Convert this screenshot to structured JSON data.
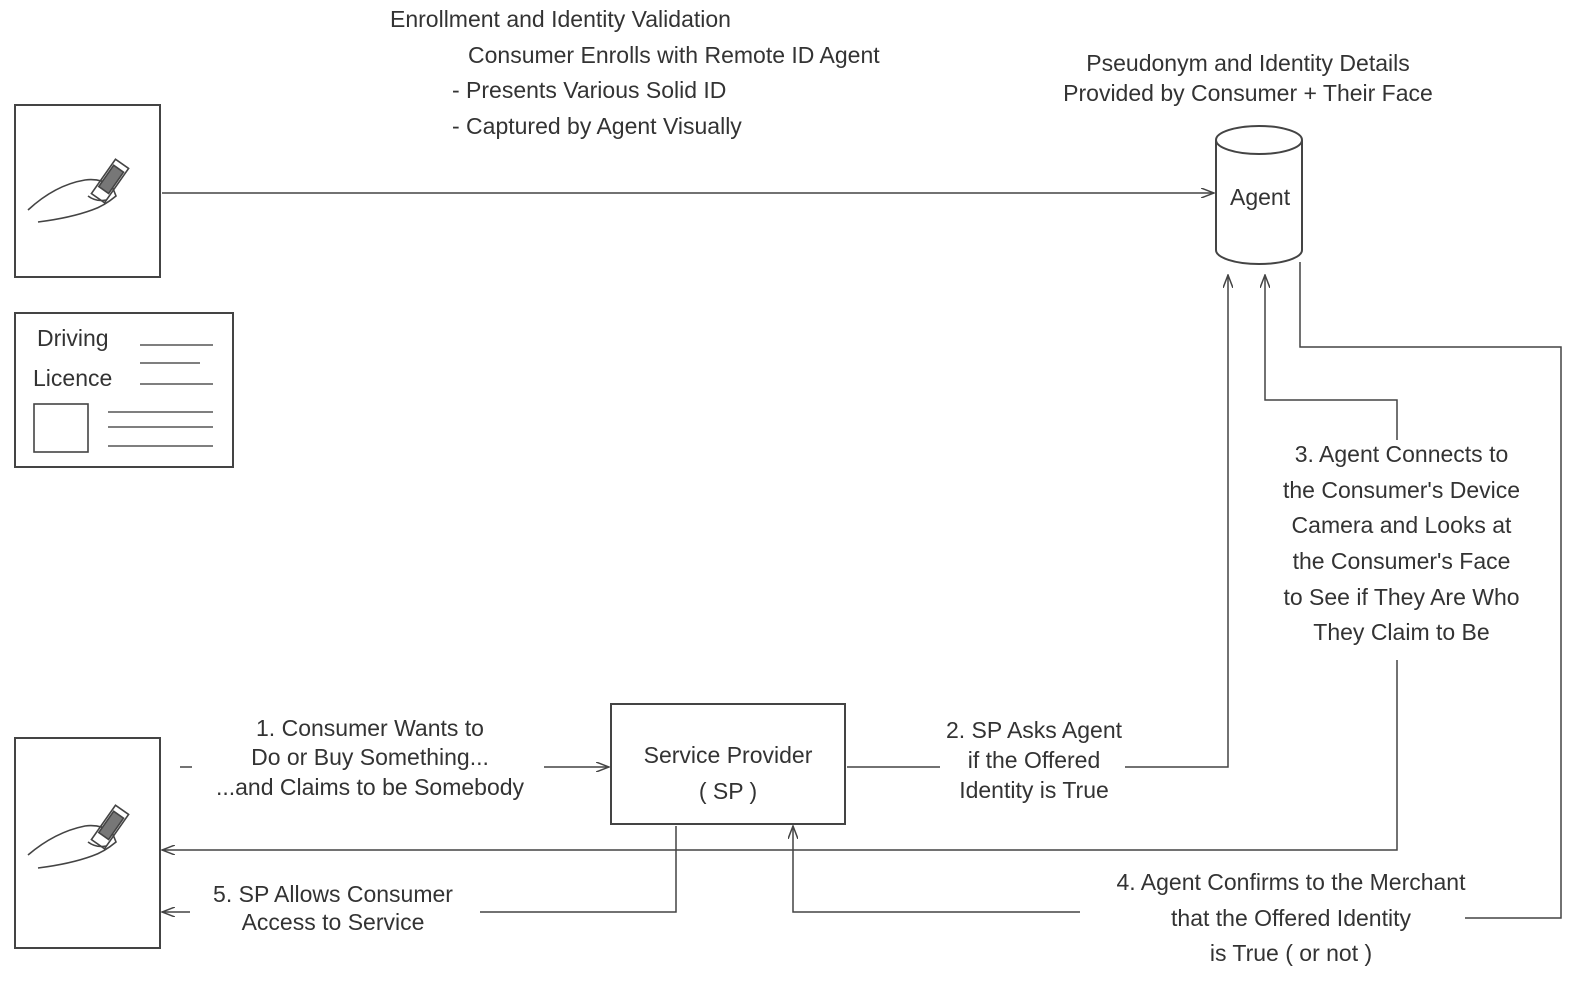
{
  "header": {
    "line1": "Enrollment and Identity Validation",
    "line2": "Consumer Enrolls with Remote ID Agent",
    "line3": "- Presents Various Solid ID",
    "line4": "- Captured by Agent Visually"
  },
  "db_caption": {
    "line1": "Pseudonym and Identity Details",
    "line2": "Provided by Consumer  + Their Face"
  },
  "agent_label": "Agent",
  "license": {
    "line1": "Driving",
    "line2": "Licence"
  },
  "sp": {
    "line1": "Service Provider",
    "line2": "( SP )"
  },
  "step1": {
    "line1": "1. Consumer Wants to",
    "line2": "Do or Buy Something...",
    "line3": "...and Claims to be Somebody"
  },
  "step2": {
    "line1": "2. SP Asks Agent",
    "line2": "if the Offered",
    "line3": "Identity is True"
  },
  "step3": {
    "line1": "3. Agent Connects to",
    "line2": "the Consumer's Device",
    "line3": "Camera and Looks at",
    "line4": "the Consumer's Face",
    "line5": "to See if They Are Who",
    "line6": "They Claim to Be"
  },
  "step4": {
    "line1": "4. Agent Confirms to the Merchant",
    "line2": "that the Offered Identity",
    "line3": "is True ( or not )"
  },
  "step5": {
    "line1": "5. SP Allows Consumer",
    "line2": "Access to Service"
  }
}
